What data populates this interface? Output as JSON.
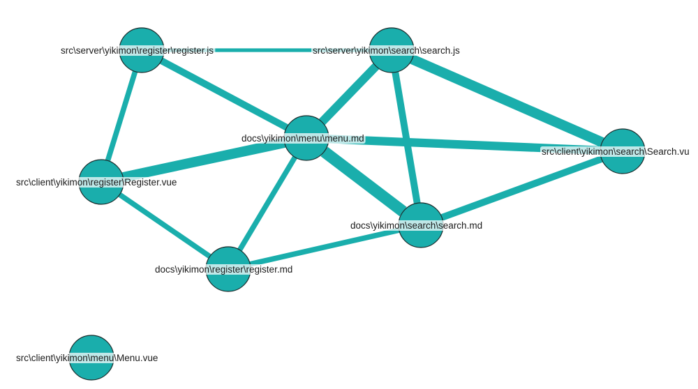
{
  "colors": {
    "edge": "#1aaeac",
    "node_fill": "#1aaeac",
    "node_stroke": "#1a2a2a",
    "label_bg": "#ffffff",
    "text": "#1a1a1a"
  },
  "nodes": [
    {
      "id": "reg_js",
      "label": "src\\server\\yikimon\\register\\register.js"
    },
    {
      "id": "search_js",
      "label": "src\\server\\yikimon\\search\\search.js"
    },
    {
      "id": "menu_md",
      "label": "docs\\yikimon\\menu\\menu.md"
    },
    {
      "id": "search_vue",
      "label": "src\\client\\yikimon\\search\\Search.vu"
    },
    {
      "id": "register_vue",
      "label": "src\\client\\yikimon\\register\\Register.vue"
    },
    {
      "id": "search_md",
      "label": "docs\\yikimon\\search\\search.md"
    },
    {
      "id": "register_md",
      "label": "docs\\yikimon\\register\\register.md"
    },
    {
      "id": "menu_vue",
      "label": "src\\client\\yikimon\\menu\\Menu.vue"
    }
  ],
  "edges": [
    {
      "source": "reg_js",
      "target": "search_js",
      "weight": 1
    },
    {
      "source": "reg_js",
      "target": "menu_md",
      "weight": 3
    },
    {
      "source": "reg_js",
      "target": "register_vue",
      "weight": 2
    },
    {
      "source": "search_js",
      "target": "menu_md",
      "weight": 4
    },
    {
      "source": "search_js",
      "target": "search_vue",
      "weight": 5
    },
    {
      "source": "search_js",
      "target": "search_md",
      "weight": 3
    },
    {
      "source": "menu_md",
      "target": "search_vue",
      "weight": 4
    },
    {
      "source": "menu_md",
      "target": "register_vue",
      "weight": 5
    },
    {
      "source": "menu_md",
      "target": "search_md",
      "weight": 6
    },
    {
      "source": "menu_md",
      "target": "register_md",
      "weight": 2
    },
    {
      "source": "register_vue",
      "target": "register_md",
      "weight": 2
    },
    {
      "source": "register_md",
      "target": "search_md",
      "weight": 2
    },
    {
      "source": "search_md",
      "target": "search_vue",
      "weight": 3
    }
  ]
}
